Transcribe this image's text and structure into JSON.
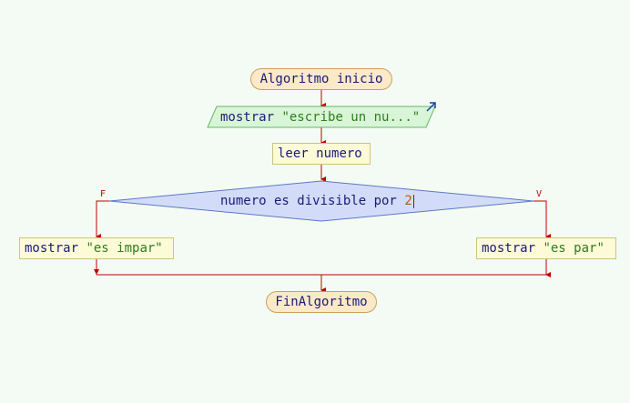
{
  "nodes": {
    "start": {
      "text": "Algoritmo inicio"
    },
    "output1": {
      "keyword": "mostrar",
      "text": "\"escribe un nu...\""
    },
    "input": {
      "keyword": "leer",
      "text": "numero"
    },
    "decision": {
      "text": "numero es divisible por",
      "number": "2"
    },
    "false_branch": {
      "keyword": "mostrar",
      "text": "\"es impar\""
    },
    "true_branch": {
      "keyword": "mostrar",
      "text": "\"es par\""
    },
    "end": {
      "text": "FinAlgoritmo"
    }
  },
  "labels": {
    "false": "F",
    "true": "V"
  },
  "colors": {
    "connector": "#c00000",
    "terminal_fill": "#fbe9c8",
    "process_fill": "#fdfad8",
    "io_fill": "#d8f5d8",
    "decision_fill": "#d2dcf8"
  }
}
